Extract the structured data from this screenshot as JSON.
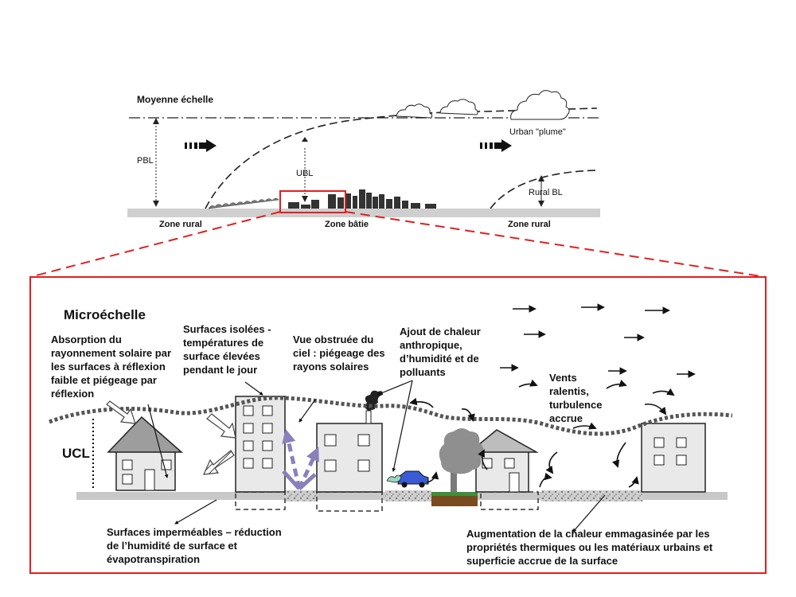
{
  "colors": {
    "accent_red": "#e02020",
    "ground_gray": "#cfcfcf",
    "building_fill": "#e9e9e9",
    "dark_building": "#333333",
    "arrow_purple": "#8a80bc",
    "soil_brown": "#7a4a20",
    "grass_green": "#3e8e3a",
    "car_blue": "#3a5bd6",
    "tree_gray": "#8f8f8f"
  },
  "icons": [
    "cloud-icon",
    "wind-arrow-icon",
    "sun-ray-arrow-icon",
    "smoke-icon",
    "car-icon",
    "tree-icon"
  ],
  "mesoscale": {
    "title": "Moyenne échelle",
    "pbl": "PBL",
    "ubl": "UBL",
    "rural_bl": "Rural BL",
    "urban_plume": "Urban \"plume\"",
    "zone_left": "Zone rural",
    "zone_center": "Zone bâtie",
    "zone_right": "Zone rural"
  },
  "microscale": {
    "title": "Microéchelle",
    "ucl": "UCL",
    "absorption": "Absorption du rayonnement solaire par les surfaces à réflexion faible et piégeage par réflexion",
    "surfaces_isolees": "Surfaces isolées - températures de surface élevées pendant le jour",
    "vue_obstruee": "Vue obstruée du ciel : piégeage des rayons solaires",
    "ajout_chaleur": "Ajout de chaleur anthropique, d’humidité et de polluants",
    "vents": "Vents ralentis, turbulence accrue",
    "impermeables": "Surfaces imperméables – réduction de l’humidité de surface et évapotranspiration",
    "augmentation": "Augmentation de la chaleur emmagasinée par les propriétés thermiques ou les matériaux urbains et superficie accrue de la surface"
  }
}
